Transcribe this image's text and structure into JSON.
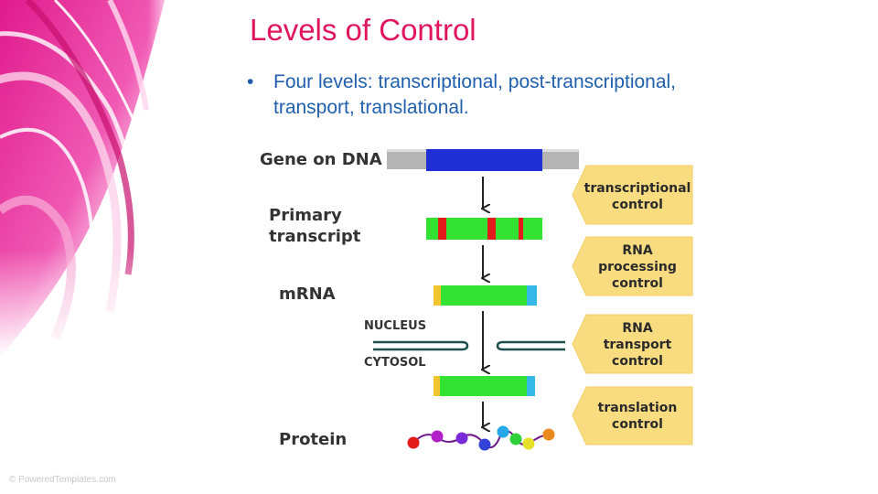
{
  "slide": {
    "title": "Levels of Control",
    "bullet_marker": "•",
    "bullet_text": "Four levels: transcriptional, post-transcriptional, transport, translational."
  },
  "diagram": {
    "labels": {
      "gene": "Gene on DNA",
      "primary_line1": "Primary",
      "primary_line2": "transcript",
      "mrna": "mRNA",
      "nucleus": "NUCLEUS",
      "cytosol": "CYTOSOL",
      "protein": "Protein"
    },
    "controls": {
      "transcriptional": [
        "transcriptional",
        "control"
      ],
      "rna_processing": [
        "RNA",
        "processing",
        "control"
      ],
      "rna_transport": [
        "RNA",
        "transport",
        "control"
      ],
      "translation": [
        "translation",
        "control"
      ]
    },
    "colors": {
      "title": "#e0155e",
      "bullet_text": "#1f5fad",
      "dna_coding": "#1f2fd6",
      "dna_flank": "#b4b4b4",
      "transcript": "#33e233",
      "intron": "#e21b1b",
      "utr_end": "#35b8e8",
      "control_box": "#f9dc80"
    }
  },
  "footer": {
    "credit": "© PoweredTemplates.com"
  }
}
